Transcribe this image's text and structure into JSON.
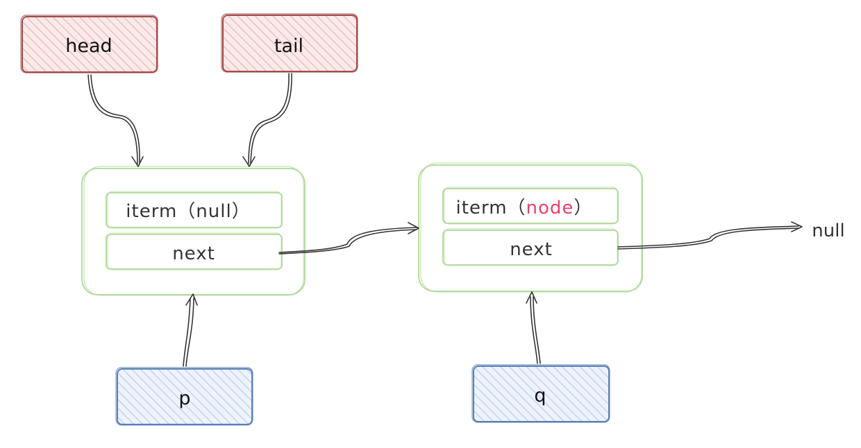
{
  "pointers": {
    "head": "head",
    "tail": "tail",
    "p": "p",
    "q": "q"
  },
  "node1": {
    "item_prefix": "iterm（",
    "item_value": "null",
    "item_suffix": "）",
    "next_label": "next"
  },
  "node2": {
    "item_prefix": "iterm（",
    "item_value": "node",
    "item_suffix": "）",
    "next_label": "next"
  },
  "terminal": "null",
  "colors": {
    "pointer_red_stroke": "#a24a4a",
    "pointer_red_fill": "#f2b8b8",
    "pointer_blue_stroke": "#5b7fb8",
    "pointer_blue_fill": "#b7ccee",
    "node_green": "#b4dca0",
    "arrow": "#333333",
    "highlight": "#e8426a"
  }
}
